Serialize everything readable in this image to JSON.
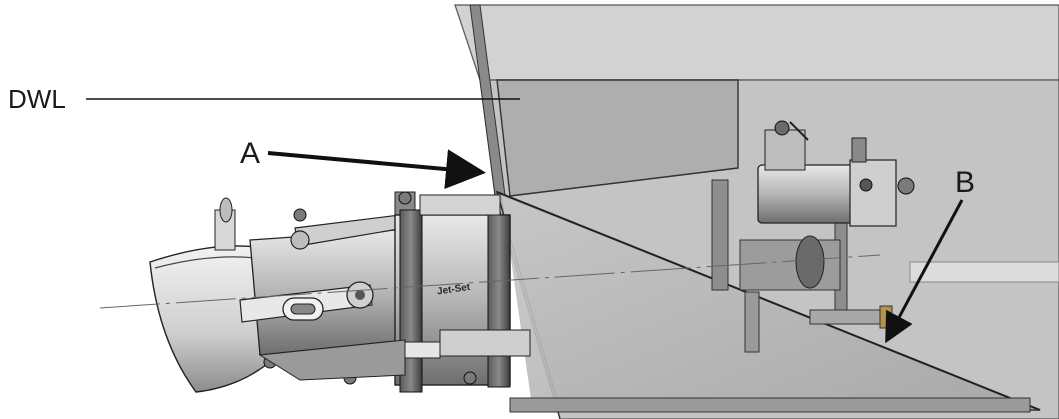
{
  "labels": {
    "waterline": "DWL",
    "point_a": "A",
    "point_b": "B"
  },
  "drawing": {
    "housing_badge": "Jet-Set"
  },
  "colors": {
    "hull_light": "#d6d6d6",
    "hull_mid": "#bdbdbd",
    "hull_dark": "#9a9a9a",
    "metal_light": "#e4e4e4",
    "metal_dark": "#3a3a3a",
    "line": "#1a1a1a"
  }
}
